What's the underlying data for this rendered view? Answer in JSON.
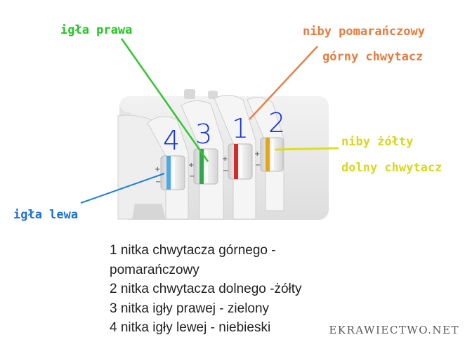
{
  "labels": {
    "right_needle": "igła prawa",
    "orange_1": "niby pomarańczowy",
    "orange_2": "górny chwytacz",
    "yellow_1": "niby żółty",
    "yellow_2": "dolny chwytacz",
    "left_needle": "igła lewa"
  },
  "dial_numbers": [
    "4",
    "3",
    "1",
    "2"
  ],
  "legend": [
    "1 nitka chwytacza górnego -",
    "pomarańczowy",
    "2 nitka chwytacza dolnego -żółty",
    "3 nitka igły prawej - zielony",
    "4 nitka igły lewej - niebieski"
  ],
  "watermark": "EKRAWIECTWO.NET",
  "colors": {
    "green": "#2ec82e",
    "orange": "#e8804a",
    "yellow": "#dede1e",
    "blue": "#1a7fe0",
    "number_blue": "#1432e6",
    "dial_blue": "#4fa8e6",
    "dial_green": "#2ea84a",
    "dial_red": "#d42a2a",
    "dial_yellow": "#e0a818"
  }
}
